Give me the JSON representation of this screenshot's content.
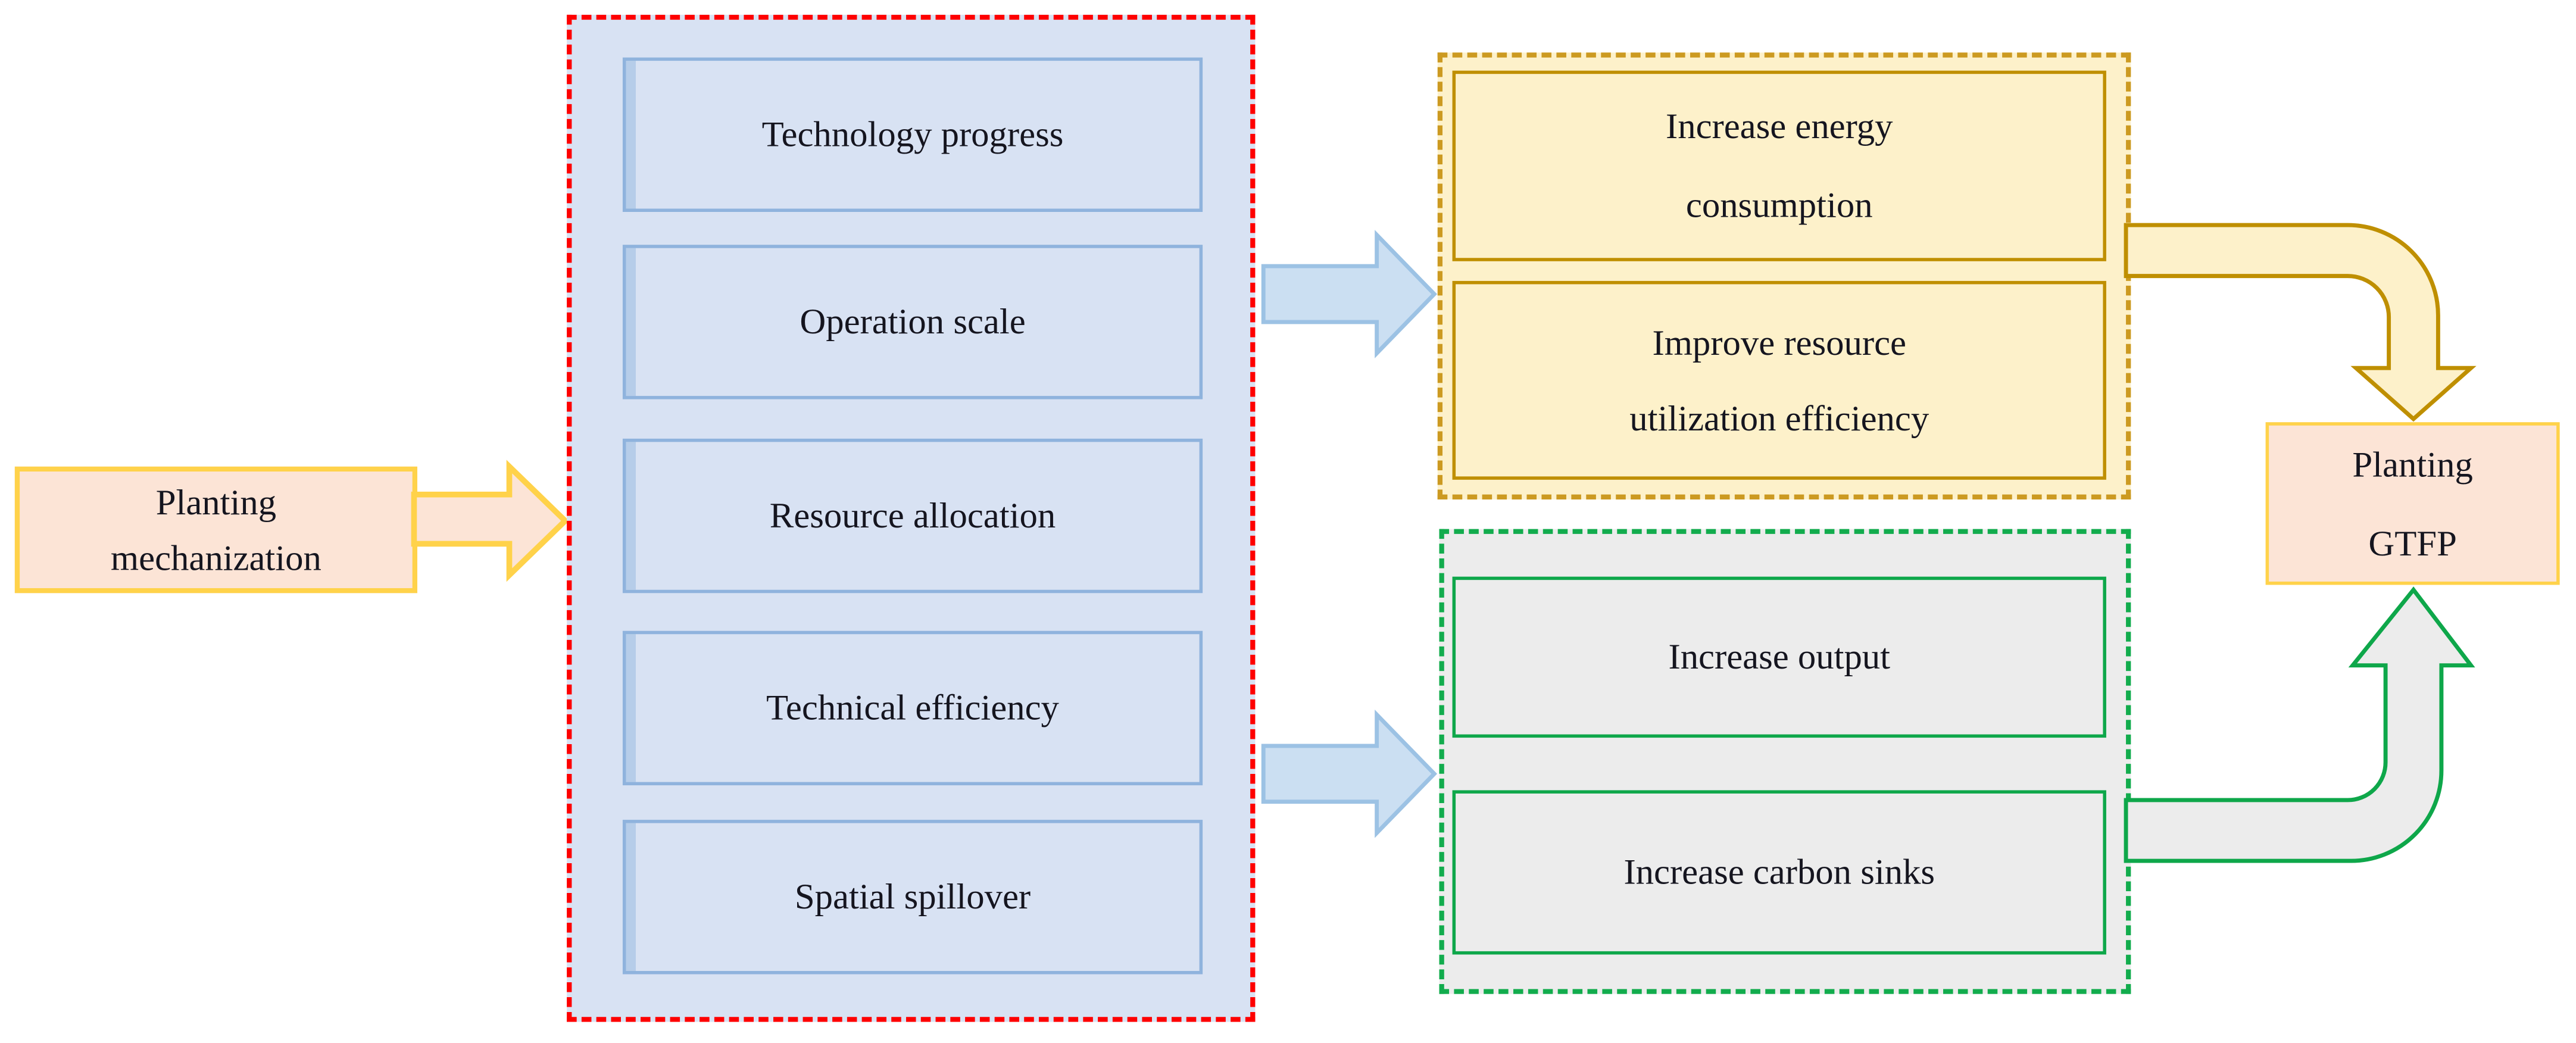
{
  "figure": {
    "source": {
      "label": "Planting mechanization",
      "lines": [
        "Planting",
        "mechanization"
      ]
    },
    "mechanism_panel": {
      "items": [
        "Technology progress",
        "Operation scale",
        "Resource allocation",
        "Technical efficiency",
        "Spatial spillover"
      ]
    },
    "energy_panel": {
      "boxes": [
        {
          "label": "Increase energy consumption",
          "lines": [
            "Increase energy",
            "consumption"
          ]
        },
        {
          "label": "Improve resource utilization efficiency",
          "lines": [
            "Improve resource",
            "utilization efficiency"
          ]
        }
      ]
    },
    "output_panel": {
      "boxes": [
        {
          "label": "Increase output"
        },
        {
          "label": "Increase carbon sinks"
        }
      ]
    },
    "target": {
      "label": "Planting GTFP",
      "lines": [
        "Planting",
        "GTFP"
      ]
    }
  },
  "colors": {
    "canvas_bg": "#ffffff",
    "text": "#15151f",
    "peach_fill": "#fce4d6",
    "gold_border": "#ffd24a",
    "panel_blue_fill": "#d8e2f3",
    "box_blue_border": "#8fb3dd",
    "red_dash": "#fe0000",
    "yellow_fill": "#fdf1ca",
    "yellow_dash": "#cc9a21",
    "yellow_box_border": "#bf8f00",
    "green_dash": "#12ac4d",
    "green_box_border": "#0ea74a",
    "gray_fill": "#ececec",
    "arrow_blue_fill": "#cbdff2",
    "arrow_blue_border": "#9cc2e4"
  }
}
